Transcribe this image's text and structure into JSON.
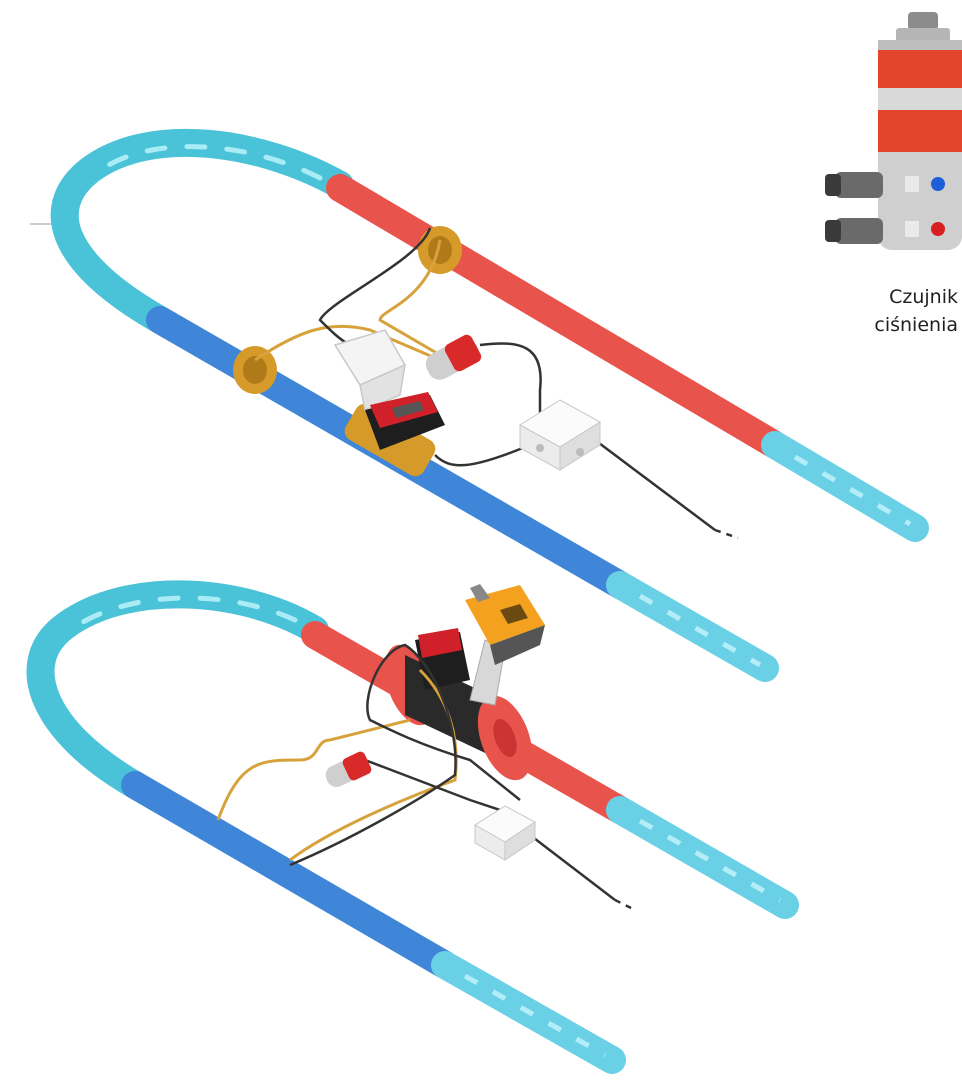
{
  "sensor_caption": {
    "line1": "Czujnik",
    "line2": "ciśnienia"
  },
  "colors": {
    "supply_pipe": "#e8544c",
    "return_pipe": "#3f86d8",
    "water_loop": "#4ac2d8",
    "water_end": "#8be0f0",
    "brass_fitting": "#d69a2a",
    "valve_body": "#c8202a",
    "actuator_orange": "#f3a11f",
    "sensor_steel": "#c9c9c9",
    "cable": "#333333",
    "capillary": "#d7a23b",
    "junction_box": "#f2f2f2"
  },
  "icons": [
    "pressure-sensor-photo",
    "ultrasonic-flow-meter",
    "motorized-valve-actuator",
    "temperature-sensor",
    "junction-box"
  ]
}
